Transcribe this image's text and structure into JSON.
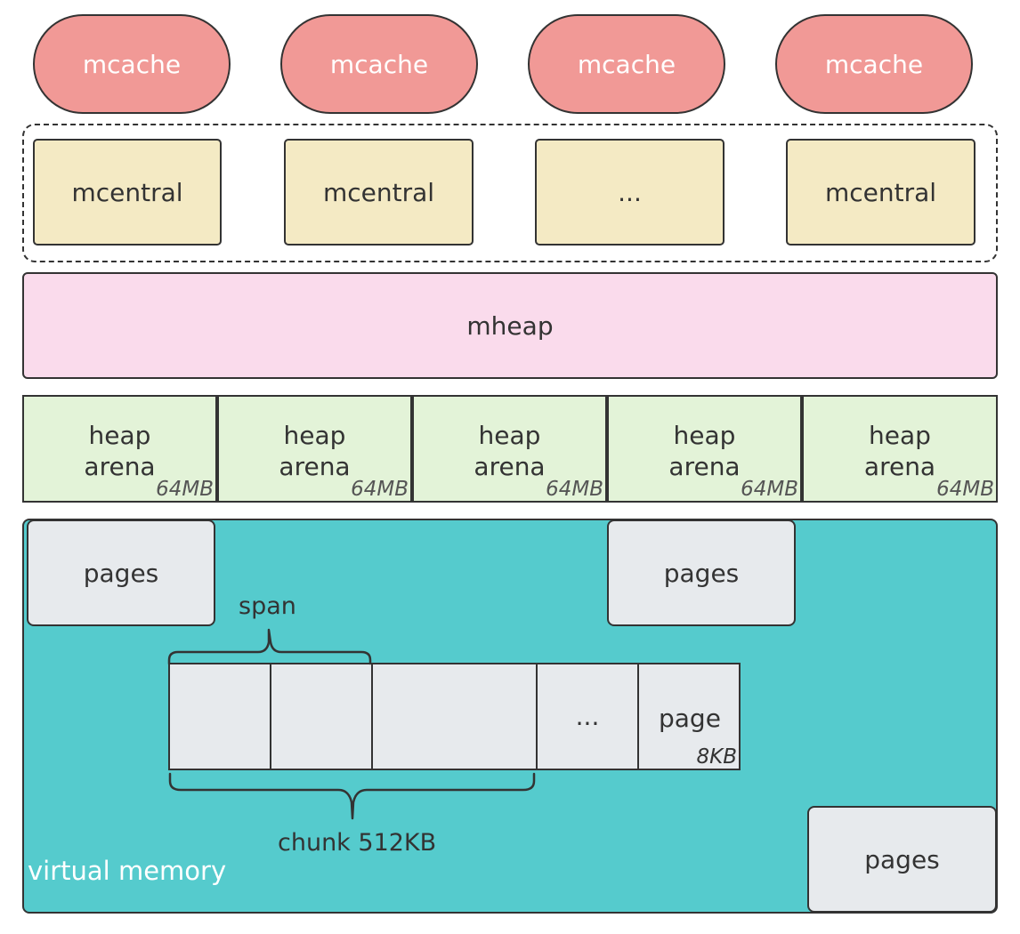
{
  "mcaches": [
    "mcache",
    "mcache",
    "mcache",
    "mcache"
  ],
  "mcentrals": [
    "mcentral",
    "mcentral",
    "...",
    "mcentral"
  ],
  "mheap": "mheap",
  "arenas": [
    {
      "line1": "heap",
      "line2": "arena",
      "size": "64MB"
    },
    {
      "line1": "heap",
      "line2": "arena",
      "size": "64MB"
    },
    {
      "line1": "heap",
      "line2": "arena",
      "size": "64MB"
    },
    {
      "line1": "heap",
      "line2": "arena",
      "size": "64MB"
    },
    {
      "line1": "heap",
      "line2": "arena",
      "size": "64MB"
    }
  ],
  "virtual_memory": {
    "label": "virtual memory",
    "pages_blocks": [
      "pages",
      "pages",
      "pages"
    ],
    "span_label": "span",
    "chunk_label": "chunk 512KB",
    "cells": [
      "",
      "",
      "",
      "...",
      "page"
    ],
    "page_size": "8KB"
  },
  "colors": {
    "mcache": "#f19996",
    "mcentral": "#f4eac4",
    "mheap": "#fadbec",
    "arena": "#e3f3d8",
    "virtual_memory": "#55cbcd",
    "pages": "#e7eaed"
  }
}
